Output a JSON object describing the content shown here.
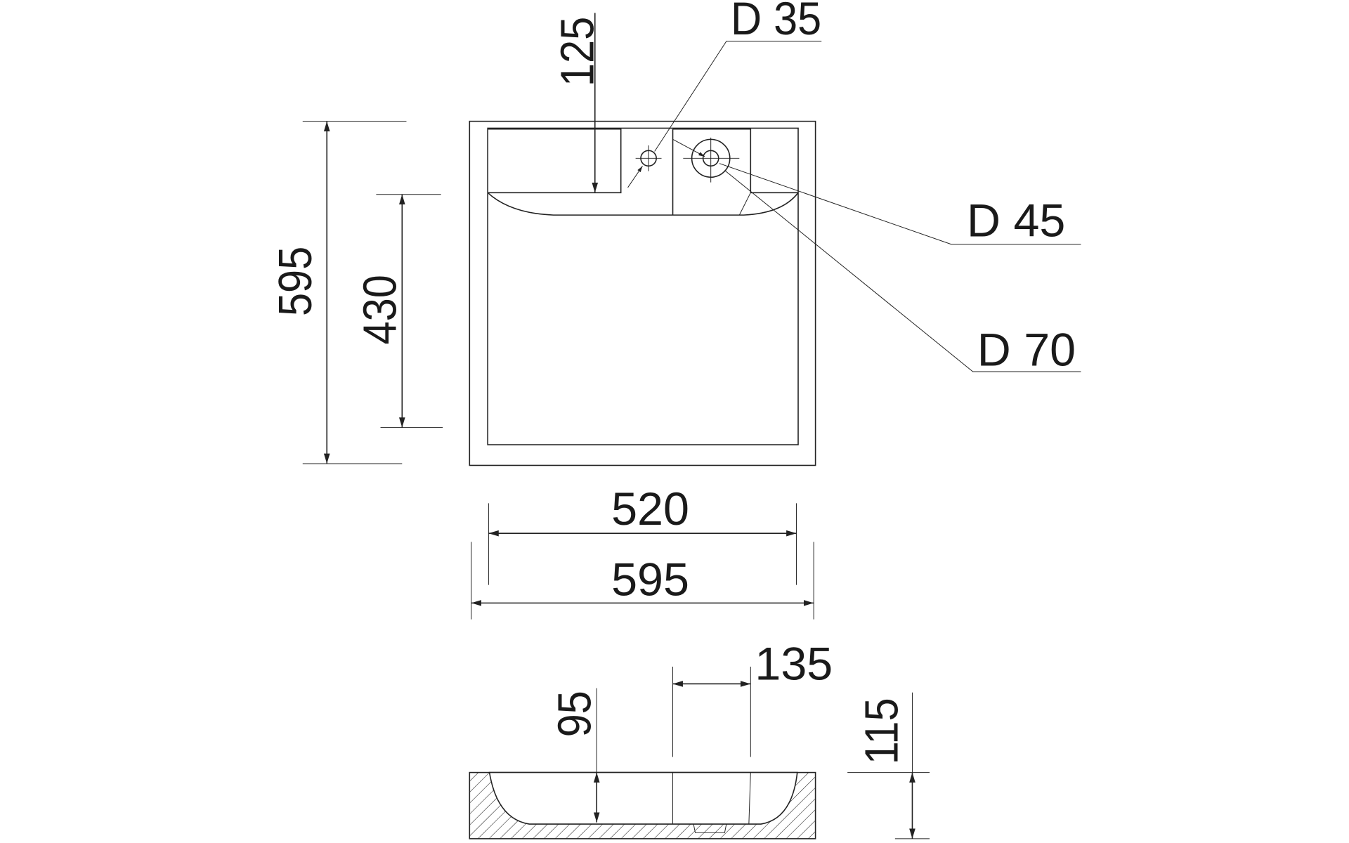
{
  "drawing": {
    "title": "Washbasin technical drawing",
    "dimensions": {
      "overall_depth": "595",
      "basin_depth": "430",
      "deck_depth": "125",
      "tap_hole": "D 35",
      "waste_inner": "D 45",
      "waste_outer": "D 70",
      "basin_width": "520",
      "overall_width": "595",
      "waste_offset": "135",
      "bowl_height": "95",
      "total_height": "115"
    },
    "colors": {
      "line": "#222222",
      "background": "#ffffff"
    }
  }
}
